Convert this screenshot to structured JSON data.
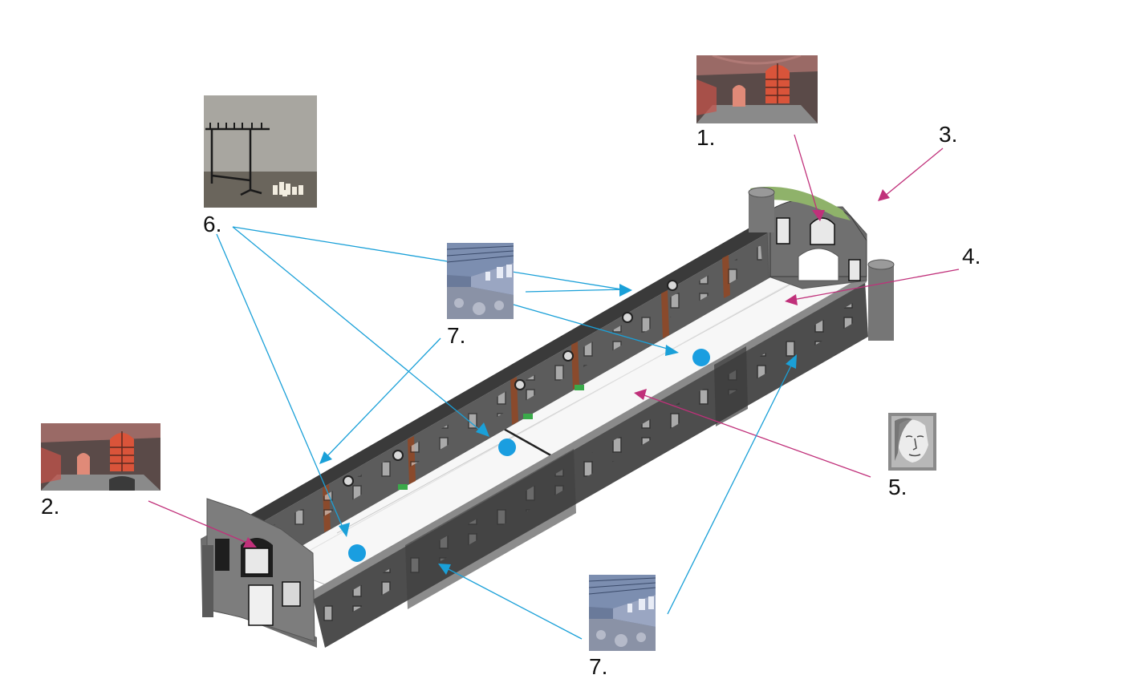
{
  "colors": {
    "background": "#ffffff",
    "wall_dark": "#4a4a4a",
    "wall_mid": "#6b6b6b",
    "wall_light": "#8a8a8a",
    "floor": "#f7f7f7",
    "pilaster": "#8a4a2c",
    "roof_green": "#8fb26a",
    "arrow_pink": "#c0307a",
    "arrow_cyan": "#1aa0d8",
    "marker_blue": "#1a9ee0",
    "window_glow": "#d9543a"
  },
  "callouts": [
    {
      "id": "1",
      "label": "1.",
      "image": "arched-window-room-thumbnail"
    },
    {
      "id": "2",
      "label": "2.",
      "image": "arched-window-room-thumbnail"
    },
    {
      "id": "3",
      "label": "3."
    },
    {
      "id": "4",
      "label": "4."
    },
    {
      "id": "5",
      "label": "5.",
      "image": "portrait-sketch-thumbnail"
    },
    {
      "id": "6",
      "label": "6.",
      "image": "candle-rack-thumbnail"
    },
    {
      "id": "7a",
      "label": "7.",
      "image": "corridor-thumbnail"
    },
    {
      "id": "7b",
      "label": "7.",
      "image": "corridor-thumbnail"
    }
  ]
}
